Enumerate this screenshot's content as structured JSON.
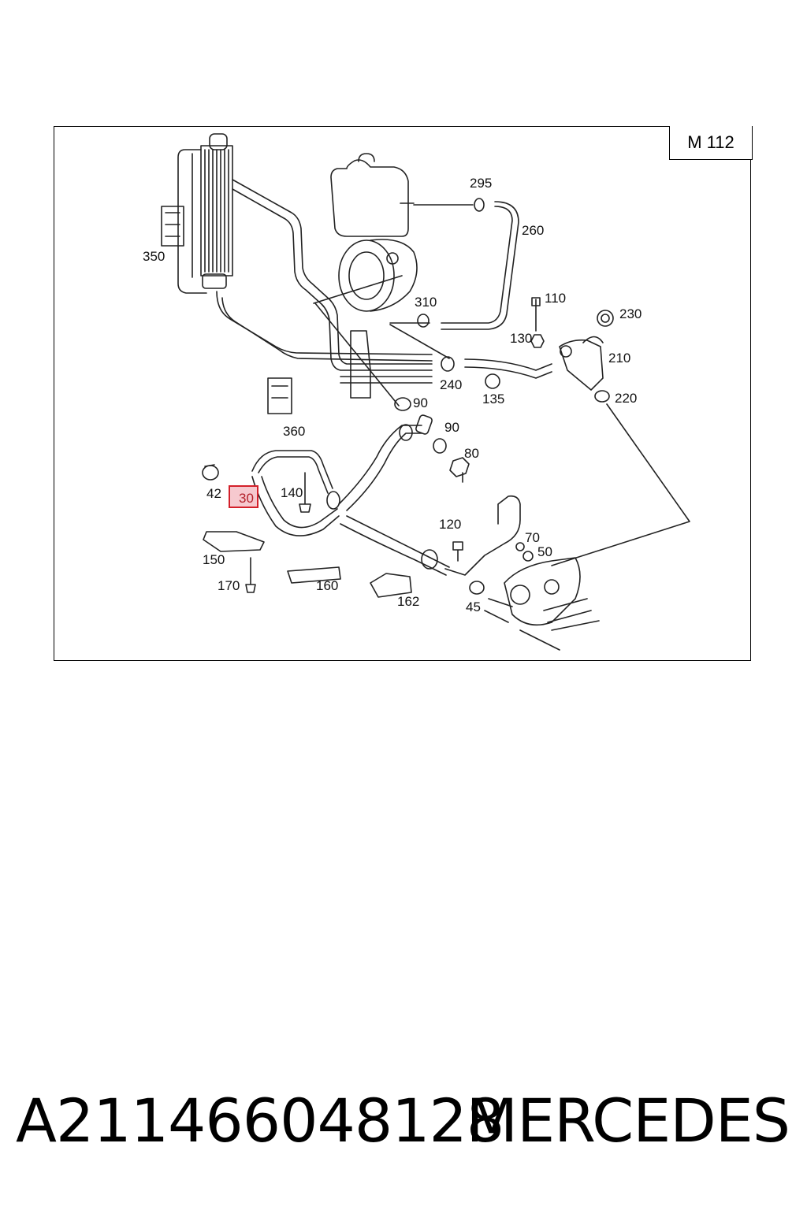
{
  "diagram": {
    "model_code": "M 112",
    "highlighted_callout": "30",
    "callouts": [
      "295",
      "260",
      "350",
      "310",
      "110",
      "230",
      "130",
      "210",
      "240",
      "135",
      "220",
      "90",
      "90",
      "360",
      "80",
      "42",
      "30",
      "140",
      "120",
      "70",
      "50",
      "150",
      "170",
      "160",
      "162",
      "45"
    ],
    "colors": {
      "highlight_fill": "#f6c9cf",
      "highlight_stroke": "#d3202a",
      "line": "#222222"
    }
  },
  "footer": {
    "part_number": "A211466048128",
    "brand": "MERCEDES"
  }
}
